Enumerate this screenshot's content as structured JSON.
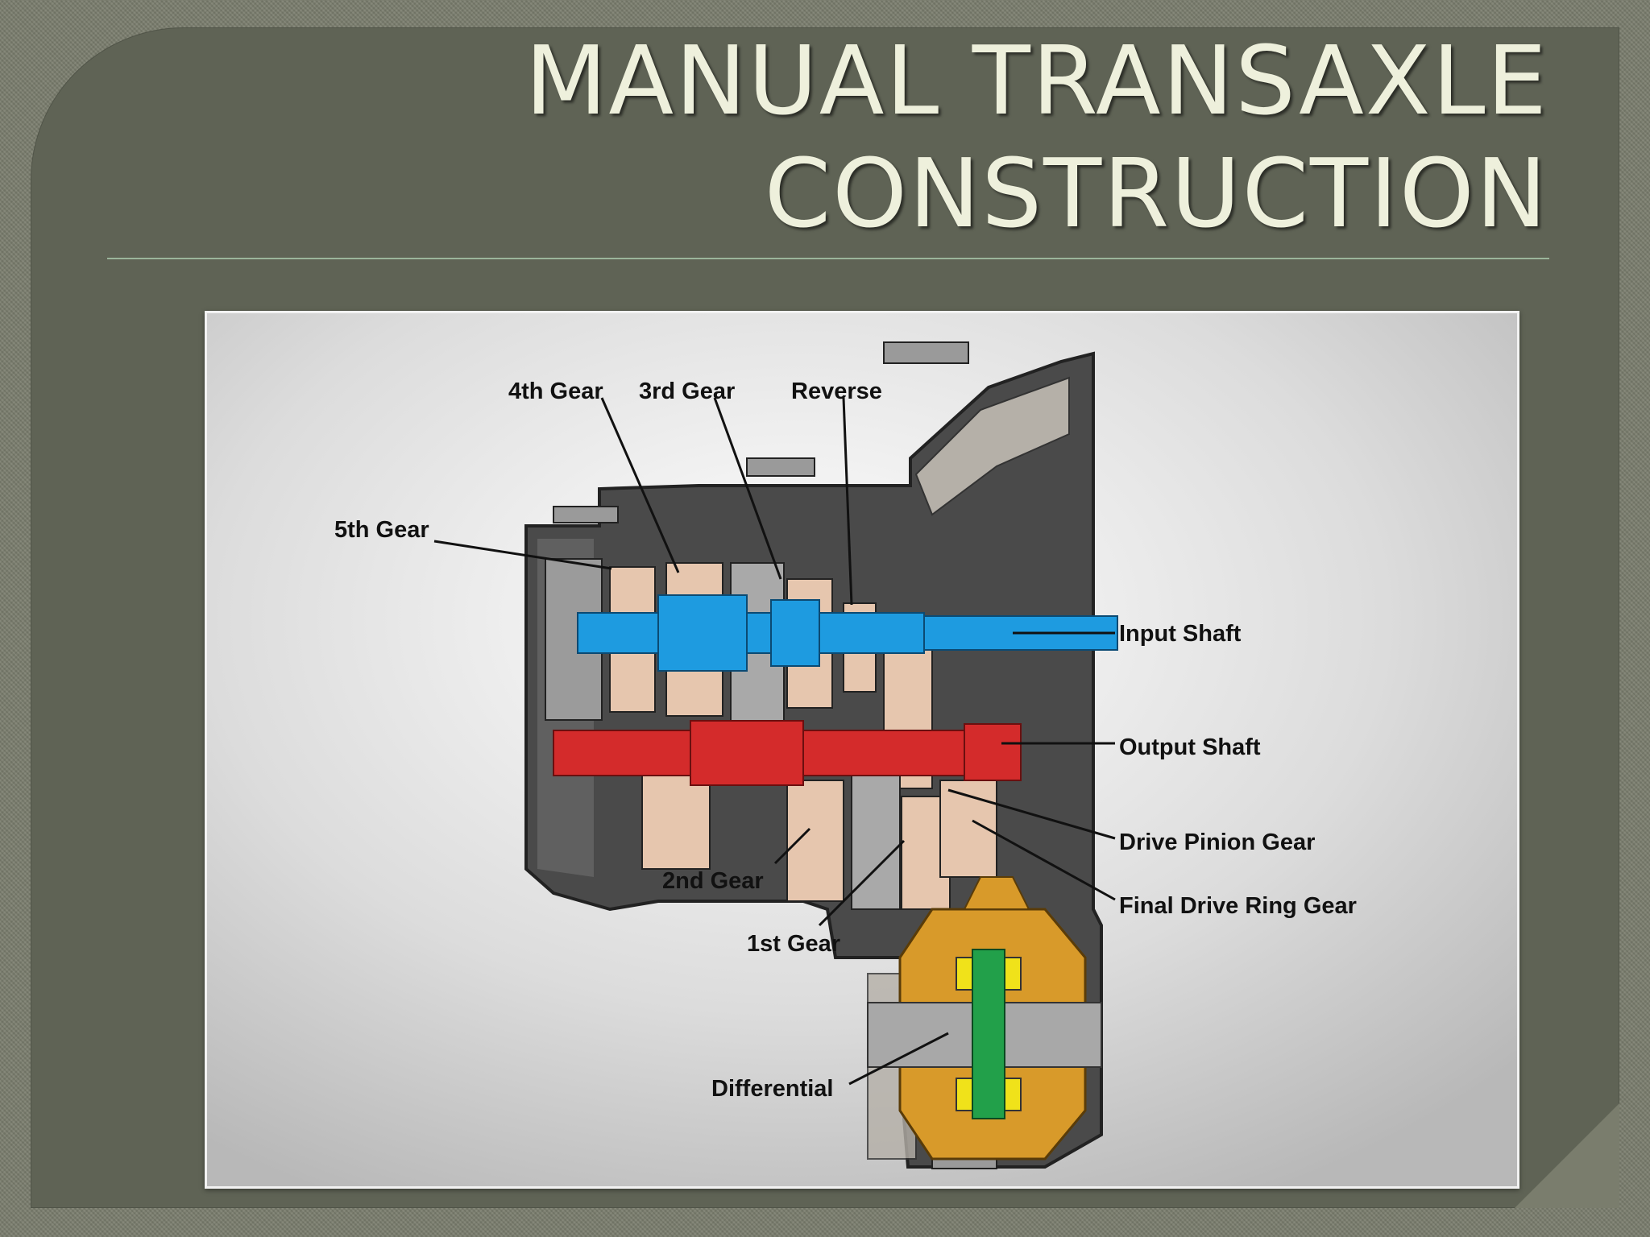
{
  "slide": {
    "title_line1": "MANUAL TRANSAXLE",
    "title_line2": "CONSTRUCTION"
  },
  "diagram": {
    "labels": {
      "fourth_gear": "4th Gear",
      "third_gear": "3rd Gear",
      "reverse": "Reverse",
      "fifth_gear": "5th Gear",
      "input_shaft": "Input Shaft",
      "output_shaft": "Output Shaft",
      "drive_pinion_gear": "Drive Pinion Gear",
      "final_drive_ring_gear": "Final Drive Ring Gear",
      "second_gear": "2nd Gear",
      "first_gear": "1st Gear",
      "differential": "Differential"
    },
    "colors": {
      "input_shaft": "#1e9be0",
      "output_shaft": "#d42b2b",
      "differential_case": "#d89a2a",
      "side_gears": "#f0e21a",
      "pinion_shaft": "#22a04a",
      "housing": "#4a4a4a",
      "gear_bronze": "#e6c6ae"
    }
  }
}
